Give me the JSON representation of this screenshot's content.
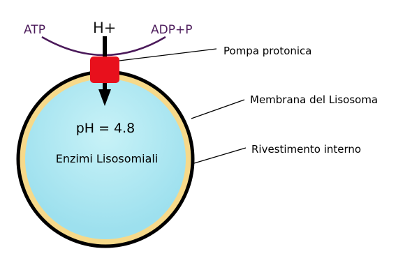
{
  "labels": {
    "atp": "ATP",
    "hplus": "H+",
    "adp": "ADP+P",
    "pump": "Pompa protonica",
    "membrane": "Membrana del Lisosoma",
    "lining": "Rivestimento interno",
    "ph": "pH = 4.8",
    "enzymes": "Enzimi Lisosomiali"
  },
  "colors": {
    "lumen": "#a6e6f0",
    "lining": "#f6d98a",
    "pump": "#e8101c",
    "atp_text": "#4b1a5a"
  }
}
